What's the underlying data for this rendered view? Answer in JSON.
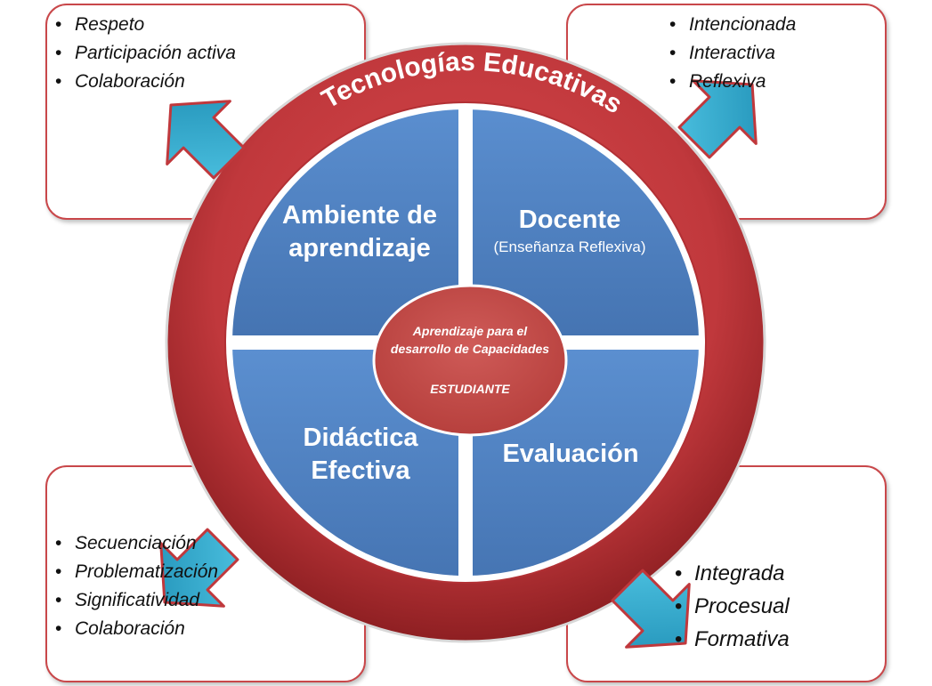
{
  "ring": {
    "title": "Tecnologías Educativas"
  },
  "quadrants": {
    "top_left": {
      "line1": "Ambiente de",
      "line2": "aprendizaje"
    },
    "top_right": {
      "line1": "Docente",
      "subtitle": "(Enseñanza Reflexiva)"
    },
    "bottom_left": {
      "line1": "Didáctica",
      "line2": "Efectiva"
    },
    "bottom_right": {
      "line1": "Evaluación"
    }
  },
  "center": {
    "line1": "Aprendizaje para el",
    "line2": "desarrollo de Capacidades",
    "line3": "ESTUDIANTE"
  },
  "boxes": {
    "top_left": {
      "items": [
        "Respeto",
        "Participación activa",
        "Colaboración"
      ]
    },
    "top_right": {
      "items": [
        "Intencionada",
        "Interactiva",
        "Reflexiva"
      ]
    },
    "bottom_left": {
      "items": [
        "Secuenciación",
        "Problematización",
        "Significatividad",
        "Colaboración"
      ]
    },
    "bottom_right": {
      "items": [
        "Integrada",
        "Procesual",
        "Formativa"
      ]
    }
  },
  "colors": {
    "ring": "#c0383c",
    "ring_dark": "#8e1f22",
    "quadrant": "#4f81bd",
    "center": "#c0504d",
    "arrow": "#31a6c8",
    "box_border": "#c9474a"
  }
}
